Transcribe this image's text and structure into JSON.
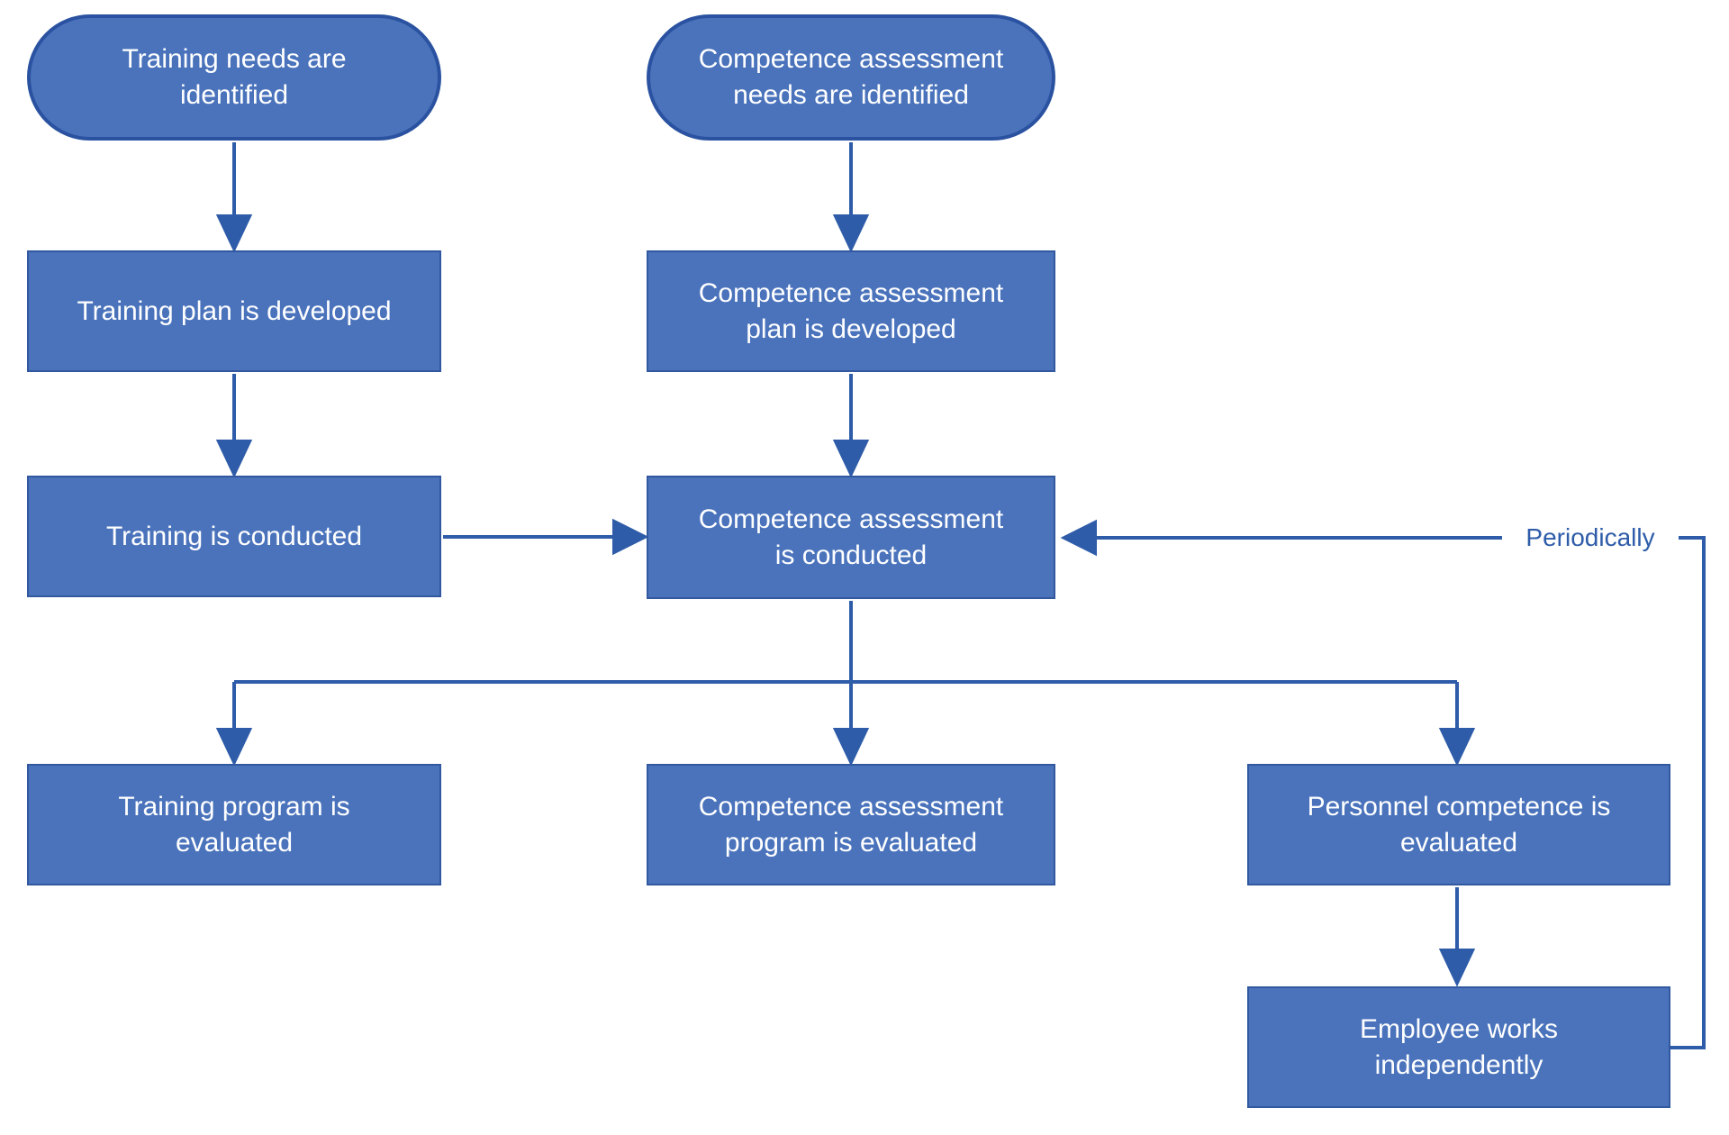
{
  "diagram": {
    "type": "flowchart",
    "background_color": "#ffffff",
    "node_fill_color": "#4a73bc",
    "node_border_color": "#32599f",
    "stadium_border_color": "#2a52a0",
    "connector_color": "#2e5ca9",
    "node_text_color": "#ffffff",
    "nodes": {
      "training_needs": {
        "shape": "stadium",
        "label": "Training needs are\nidentified"
      },
      "ca_needs": {
        "shape": "stadium",
        "label": "Competence assessment\nneeds are identified"
      },
      "training_plan": {
        "shape": "rect",
        "label": "Training plan is developed"
      },
      "ca_plan": {
        "shape": "rect",
        "label": "Competence assessment\nplan is developed"
      },
      "training_conducted": {
        "shape": "rect",
        "label": "Training is conducted"
      },
      "ca_conducted": {
        "shape": "rect",
        "label": "Competence assessment\nis conducted"
      },
      "training_program_eval": {
        "shape": "rect",
        "label": "Training program is\nevaluated"
      },
      "ca_program_eval": {
        "shape": "rect",
        "label": "Competence assessment\nprogram is evaluated"
      },
      "personnel_eval": {
        "shape": "rect",
        "label": "Personnel competence is\nevaluated"
      },
      "employee_works": {
        "shape": "rect",
        "label": "Employee works\nindependently"
      }
    },
    "edges": [
      {
        "from": "training_needs",
        "to": "training_plan"
      },
      {
        "from": "ca_needs",
        "to": "ca_plan"
      },
      {
        "from": "training_plan",
        "to": "training_conducted"
      },
      {
        "from": "ca_plan",
        "to": "ca_conducted"
      },
      {
        "from": "training_conducted",
        "to": "ca_conducted"
      },
      {
        "from": "ca_conducted",
        "to": "training_program_eval"
      },
      {
        "from": "ca_conducted",
        "to": "ca_program_eval"
      },
      {
        "from": "ca_conducted",
        "to": "personnel_eval"
      },
      {
        "from": "personnel_eval",
        "to": "employee_works"
      },
      {
        "from": "employee_works",
        "to": "ca_conducted",
        "label": "Periodically"
      }
    ],
    "edge_labels": {
      "periodically": "Periodically"
    }
  }
}
